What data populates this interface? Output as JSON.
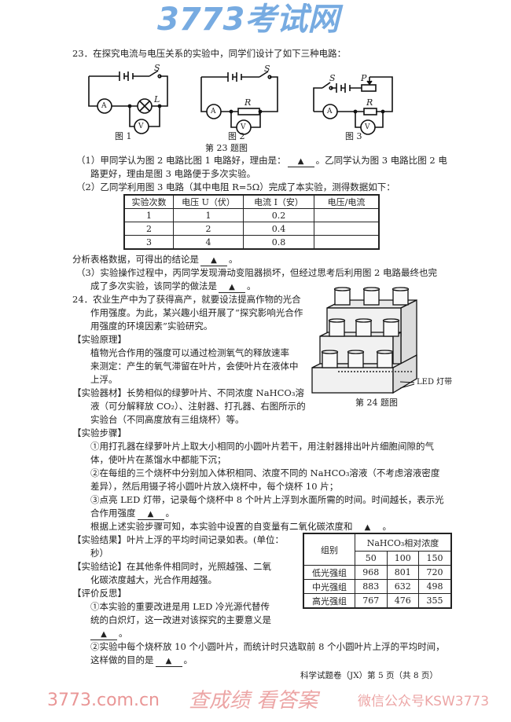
{
  "q23": {
    "title": "23．在探究电流与电压关系的实验中，同学们设计了如下三种电路：",
    "fig_labels": [
      "图 1",
      "图 2",
      "图 3"
    ],
    "fig_caption": "第 23 题图",
    "circuit_symbols": {
      "switch": "S",
      "lamp": "L",
      "resistor": "R",
      "slider": "P",
      "ammeter": "A",
      "voltmeter": "V"
    },
    "part1_lines": [
      "（1）甲同学认为图 2 电路比图 1 电路好，理由是：▲。乙同学认为图 3 电路比图 2 电",
      "路更好，理由是图 3 电路便于多次实验。"
    ],
    "part2_line": "（2）乙同学利用图 3 电路（其中电阻 R=5Ω）完成了本实验，测得数据如下：",
    "table": {
      "headers": [
        "实验次数",
        "电压 U（伏）",
        "电流 I（安）",
        "电压/电流"
      ],
      "rows": [
        [
          "1",
          "1",
          "0.2",
          ""
        ],
        [
          "2",
          "2",
          "0.4",
          ""
        ],
        [
          "3",
          "4",
          "0.8",
          ""
        ]
      ]
    },
    "analysis_line": "分析表格数据，可得出的结论是▲。",
    "part3_lines": [
      "（3）实验操作过程中，丙同学发现滑动变阻器损坏，但经过思考后利用图 2 电路最终也完",
      "成了多次实验，该同学的做法是▲。"
    ]
  },
  "q24": {
    "intro_lines": [
      "24．农业生产中为了获得高产，就要设法提高作物的光合",
      "作用强度。为此，某兴趣小组开展了“探究影响光合作",
      "用强度的环境因素”实验研究。"
    ],
    "principle_heading": "【实验原理】",
    "principle_lines": [
      "植物光合作用的强度可以通过检测氧气的释放速率",
      "来测定：产生的氧气滞留在叶片，会使叶片在液体中",
      "上浮。"
    ],
    "materials_lines": [
      "【实验器材】长势相似的绿萝叶片、不同浓度 NaHCO₃溶",
      "液（可分解释放 CO₂）、注射器、打孔器、右图所示的",
      "实验台（不同高度放有三组烧杯）等。"
    ],
    "steps_heading": "【实验步骤】",
    "steps_lines": [
      "①用打孔器在绿萝叶片上取大小相同的小圆叶片若干，用注射器排出叶片细胞间隙的气",
      "体，使叶片在蒸馏水中都能下沉；",
      "②在每组的三个烧杯中分别加入体积相同、浓度不同的 NaHCO₃溶液（不考虑溶液密度",
      "差异），然后用镊子将小圆叶片放入烧杯中，每个烧杯 10 片；",
      "③点亮 LED 灯带，记录每个烧杯中 8 个叶片上浮到水面所需的时间。时间越长，表示光",
      "合作用强度▲。",
      "根据上述实验步骤可知，本实验中设置的自变量有二氧化碳浓度和▲。"
    ],
    "results_lines": [
      "【实验结果】叶片上浮的平均时间记录如表。(单位：",
      "秒）"
    ],
    "conclusion_lines": [
      "【实验结论】在其他条件相同时，光照越强、二氧",
      "化碳浓度越大，光合作用越强。"
    ],
    "reflection_heading": "【评价反思】",
    "reflection_lines": [
      "①本实验的重要改进是用 LED 冷光源代替传",
      "统的白炽灯，这一改进对该探究的主要意义是",
      "▲。",
      "②实验中每个烧杯放 10 个小圆叶片，而统计时只选取前 8 个小圆叶片上浮的平均时间，",
      "这样做的目的是▲。"
    ],
    "figure": {
      "led_label": "LED 灯带",
      "caption": "第 24 题图"
    },
    "table": {
      "group_header": "组别",
      "conc_header": "NaHCO₃相对浓度",
      "concentrations": [
        "50",
        "100",
        "150"
      ],
      "rows": [
        {
          "group": "低光强组",
          "values": [
            "968",
            "801",
            "720"
          ]
        },
        {
          "group": "中光强组",
          "values": [
            "883",
            "632",
            "498"
          ]
        },
        {
          "group": "高光强组",
          "values": [
            "767",
            "476",
            "355"
          ]
        }
      ]
    }
  },
  "footer": "科学试题卷（JX）第 5 页（共 8 页）",
  "watermark": {
    "brand": "3773考试网",
    "site": "3773.com.cn",
    "slogan": "查成绩 看答案",
    "wechat": "微信公众号KSW3773"
  },
  "colors": {
    "watermark_blue": "#4a8fd8",
    "watermark_red": "#e06a6a",
    "text": "#222222"
  }
}
